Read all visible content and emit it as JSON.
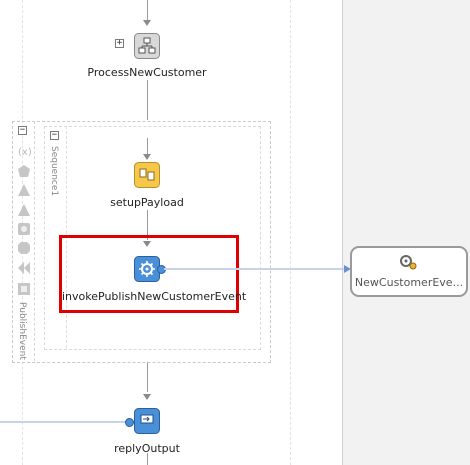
{
  "activities": {
    "process_new_customer": {
      "label": "ProcessNewCustomer"
    },
    "setup_payload": {
      "label": "setupPayload"
    },
    "invoke_publish": {
      "label": "invokePublishNewCustomerEvent"
    },
    "reply_output": {
      "label": "replyOutput"
    }
  },
  "scopes": {
    "publish_event": {
      "label": "PublishEvent"
    },
    "sequence1": {
      "label": "Sequence1"
    }
  },
  "partner_link": {
    "label": "NewCustomerEve..."
  },
  "expanders": {
    "collapsed": "+",
    "expanded": "−"
  },
  "colors": {
    "highlight": "#e00000",
    "invoke_blue": "#4a90d9",
    "assign_yellow": "#f5c84a",
    "connector": "#9ab0d8"
  },
  "icons": {
    "process": "hierarchy-icon",
    "assign": "assign-icon",
    "invoke": "gear-icon",
    "reply": "reply-icon",
    "partner": "gears-icon"
  }
}
